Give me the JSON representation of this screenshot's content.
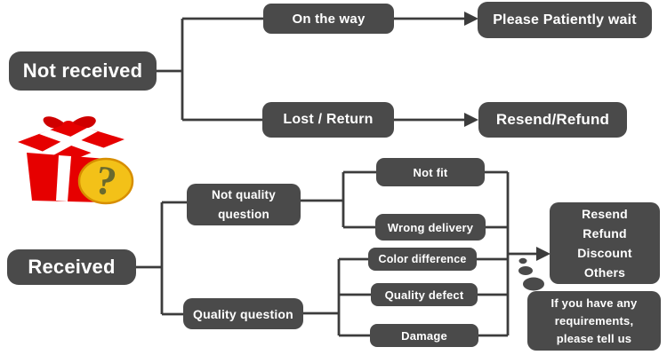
{
  "colors": {
    "node_bg": "#4a4a4a",
    "node_text": "#ffffff",
    "connector_line": "#3c3c3c",
    "gift_red": "#e60000",
    "gift_bow_red": "#cf0000",
    "gift_ribbon": "#ffffff",
    "badge_yellow": "#f3c118",
    "badge_border": "#d78e00",
    "question_mark": "#6a6a2e"
  },
  "nodes": {
    "not_received": "Not received",
    "on_the_way": "On the way",
    "please_wait": "Please Patiently wait",
    "lost_return": "Lost / Return",
    "resend_refund": "Resend/Refund",
    "received": "Received",
    "not_quality_question": "Not quality question",
    "not_fit": "Not fit",
    "wrong_delivery": "Wrong delivery",
    "quality_question": "Quality question",
    "color_difference": "Color difference",
    "quality_defect": "Quality defect",
    "damage": "Damage"
  },
  "outcome_box": {
    "lines": [
      "Resend",
      "Refund",
      "Discount",
      "Others"
    ]
  },
  "note_box": {
    "lines": [
      "If you have any",
      "requirements,",
      "please tell us"
    ]
  },
  "icons": {
    "gift": "gift-question-icon",
    "thought_dots": "thought-dots"
  }
}
